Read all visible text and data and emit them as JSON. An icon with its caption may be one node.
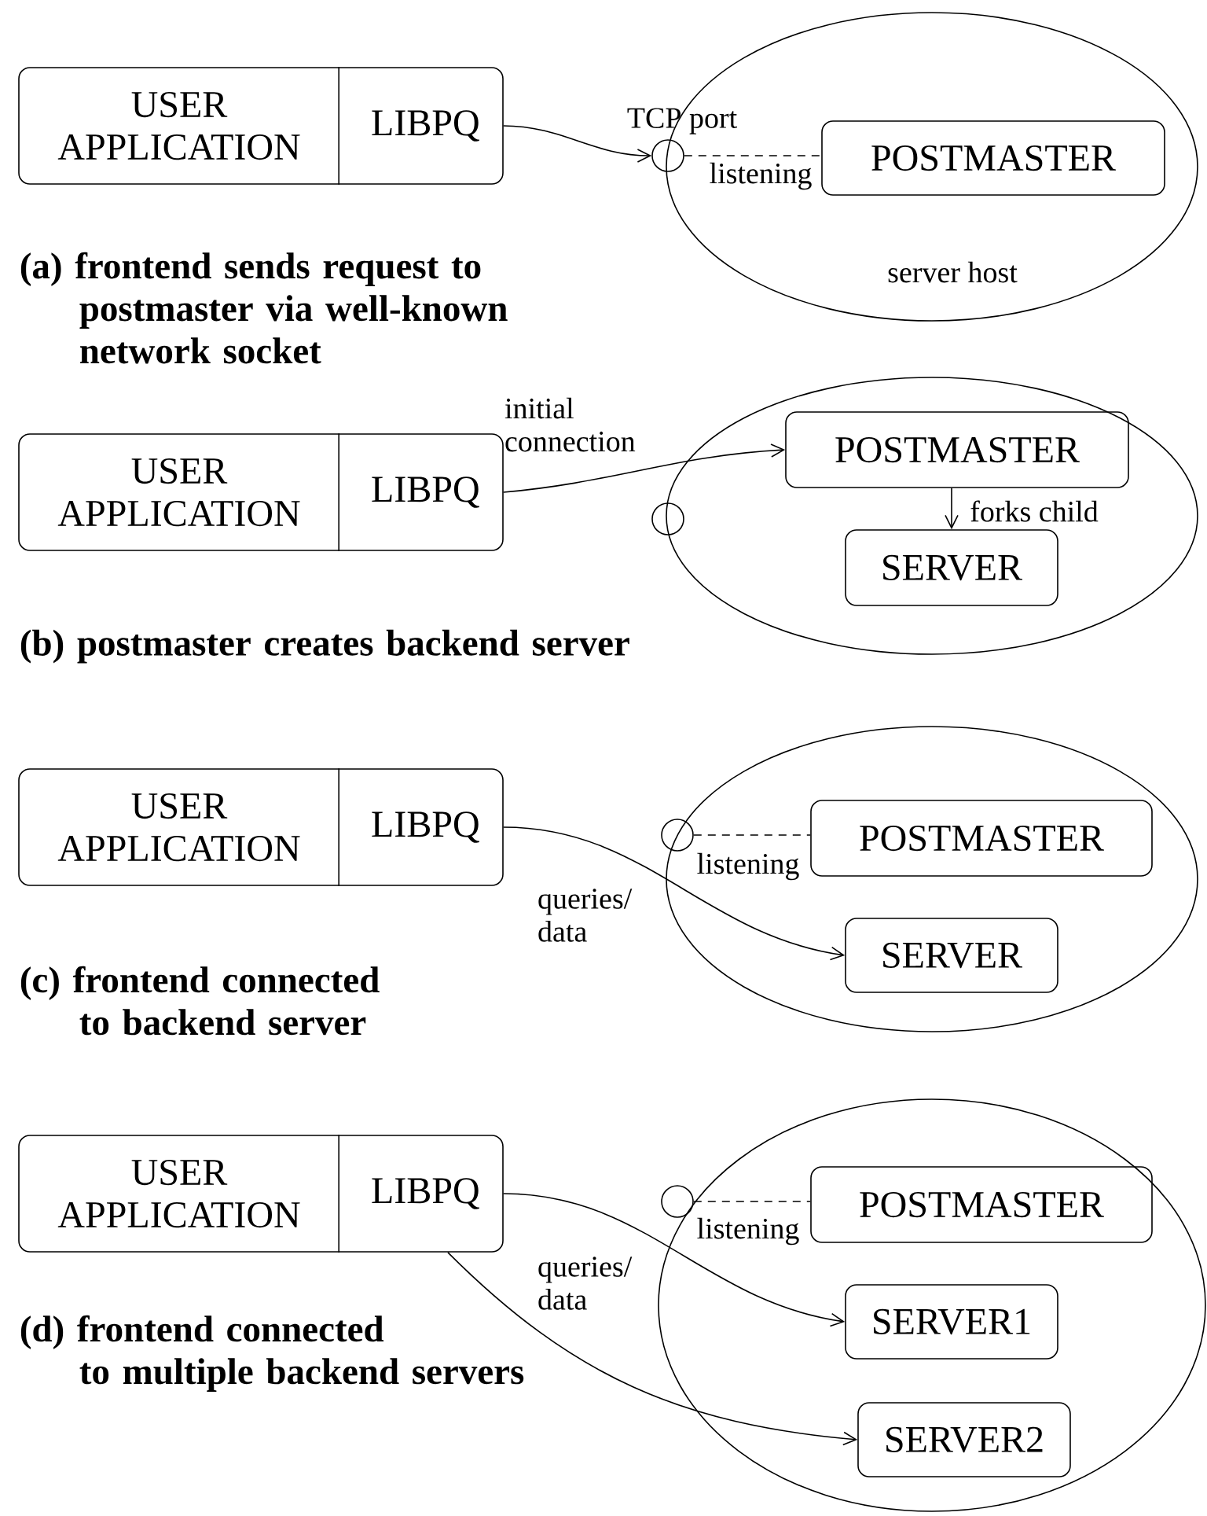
{
  "diagram": {
    "nodes": [
      {
        "text": [],
        "shape": "box"
      },
      {
        "text": [
          "USER APPLICATION"
        ],
        "in": 0
      },
      {
        "text": [
          "LIBPQ"
        ],
        "in": 0
      },
      {
        "text": [
          "server host"
        ]
      },
      {
        "text": [],
        "shape": "circle",
        "beside": [
          "TCP port"
        ]
      },
      {
        "text": [
          "POSTMASTER"
        ],
        "in": 3
      },
      {
        "text": [],
        "shape": "box"
      },
      {
        "text": [
          "USER APPLICATION"
        ],
        "in": 6
      },
      {
        "text": [
          "LIBPQ"
        ],
        "in": 6
      },
      {
        "text": [],
        "shape": "ellipse"
      },
      {
        "text": [],
        "shape": "circle"
      },
      {
        "text": [
          "POSTMASTER"
        ],
        "in": 9
      },
      {
        "text": [
          "SERVER"
        ],
        "in": 9
      },
      {
        "text": [],
        "shape": "box"
      },
      {
        "text": [
          "USER APPLICATION"
        ],
        "in": 13
      },
      {
        "text": [
          "LIBPQ"
        ],
        "in": 13
      },
      {
        "text": [],
        "shape": "ellipse"
      },
      {
        "text": [],
        "shape": "circle"
      },
      {
        "text": [
          "POSTMASTER"
        ],
        "in": 16
      },
      {
        "text": [
          "SERVER"
        ],
        "in": 16
      },
      {
        "text": [],
        "shape": "box"
      },
      {
        "text": [
          "USER APPLICATION"
        ],
        "in": 20
      },
      {
        "text": [
          "LIBPQ"
        ],
        "in": 20
      },
      {
        "text": [],
        "shape": "ellipse"
      },
      {
        "text": [],
        "shape": "circle"
      },
      {
        "text": [
          "POSTMASTER"
        ],
        "in": 23
      },
      {
        "text": [
          "SERVER1"
        ],
        "in": 23
      },
      {
        "text": [
          "SERVER2"
        ],
        "in": 23
      }
    ],
    "edges": [
      {
        "from": 2,
        "to": 4,
        "arrow": "to"
      },
      {
        "from": 4,
        "to": 5,
        "arrow": "none",
        "style": "dashed",
        "label": "listening"
      },
      {
        "from": 8,
        "to": 11,
        "arrow": "to",
        "label": "initial connection"
      },
      {
        "from": 11,
        "to": 12,
        "arrow": "to",
        "label": "forks child"
      },
      {
        "from": 17,
        "to": 18,
        "arrow": "none",
        "style": "dashed",
        "label": "listening"
      },
      {
        "from": 15,
        "to": 19,
        "arrow": "to",
        "label": "queries/ data"
      },
      {
        "from": 24,
        "to": 25,
        "arrow": "none",
        "style": "dashed",
        "label": "listening"
      },
      {
        "from": 22,
        "to": 26,
        "arrow": "to",
        "label": "queries/ data"
      },
      {
        "from": 22,
        "to": 27,
        "arrow": "to"
      }
    ],
    "labels": [
      "(a) frontend sends request to postmaster via well-known network socket",
      "(b) postmaster creates backend server",
      "(c) frontend connected to backend server",
      "(d) frontend connected to multiple backend servers"
    ]
  }
}
